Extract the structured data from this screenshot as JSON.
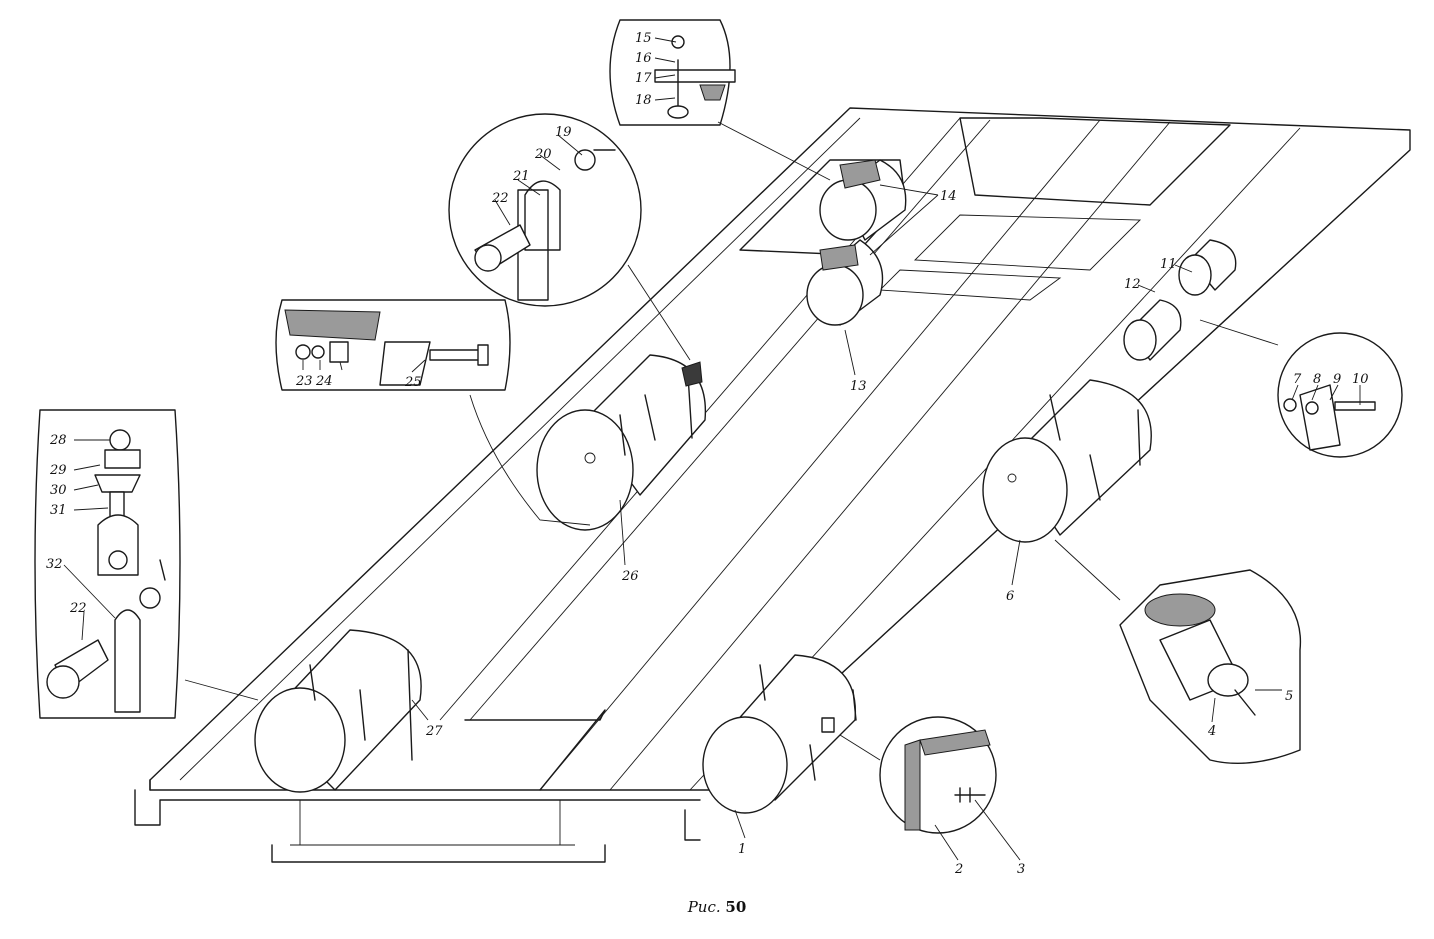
{
  "caption": {
    "prefix": "Рис.",
    "number": "50"
  },
  "callouts": [
    "1",
    "2",
    "3",
    "4",
    "5",
    "6",
    "7",
    "8",
    "9",
    "10",
    "11",
    "12",
    "13",
    "14",
    "15",
    "16",
    "17",
    "18",
    "19",
    "20",
    "21",
    "22",
    "23",
    "24",
    "25",
    "26",
    "27",
    "28",
    "29",
    "30",
    "31",
    "32"
  ]
}
